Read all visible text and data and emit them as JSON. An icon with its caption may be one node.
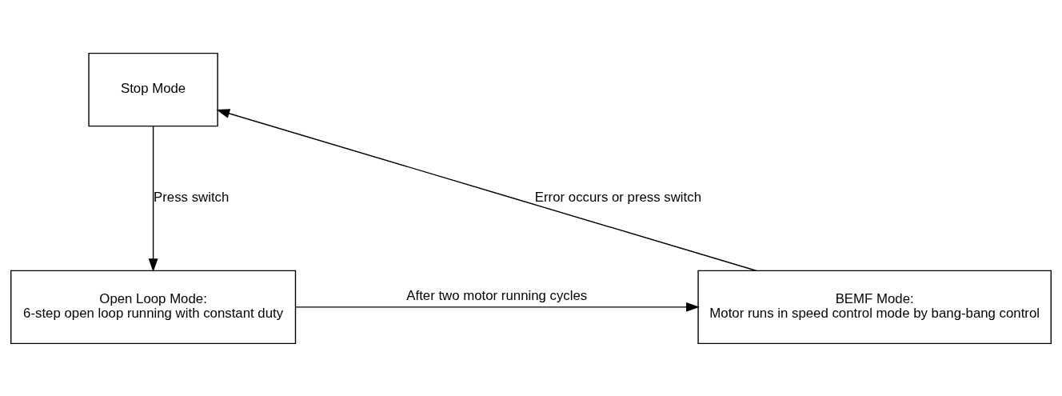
{
  "diagram": {
    "nodes": [
      {
        "text": [
          "Stop Mode"
        ]
      },
      {
        "text": [
          "Open Loop Mode:",
          "6-step open loop running with constant duty"
        ]
      },
      {
        "text": [
          "BEMF Mode:",
          "Motor runs in speed control mode by bang-bang control"
        ]
      }
    ],
    "edges": [
      {
        "from": 0,
        "to": 1,
        "arrow": "to",
        "label": "Press switch"
      },
      {
        "from": 1,
        "to": 2,
        "arrow": "to",
        "label": "After two motor running cycles"
      },
      {
        "from": 2,
        "to": 0,
        "arrow": "to",
        "label": "Error occurs or press switch"
      }
    ]
  }
}
